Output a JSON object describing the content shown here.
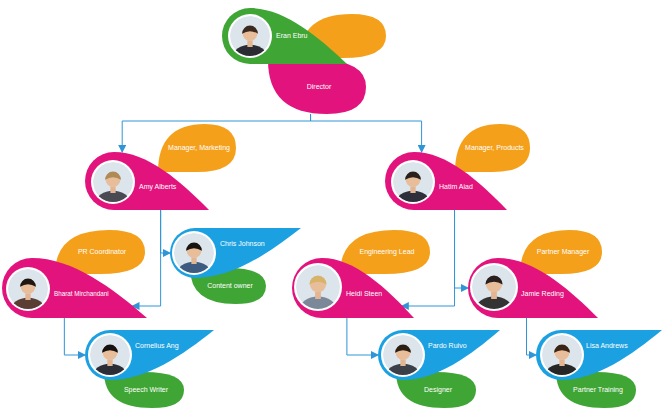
{
  "diagram": {
    "nodes": [
      {
        "text": [
          "Eran Ebru",
          "Director"
        ]
      },
      {
        "text": [
          "Amy Alberts",
          "Manager, Marketing"
        ]
      },
      {
        "text": [
          "Hatim Aiad",
          "Manager, Products"
        ]
      },
      {
        "text": [
          "Bharat Mirchandani",
          "PR Coordinator"
        ]
      },
      {
        "text": [
          "Chris Johnson",
          "Content owner"
        ]
      },
      {
        "text": [
          "Heidi Steen",
          "Engineering Lead"
        ]
      },
      {
        "text": [
          "Jamie Reding",
          "Partner Manager"
        ]
      },
      {
        "text": [
          "Cornelius Ang",
          "Speech Writer"
        ]
      },
      {
        "text": [
          "Pardo Ruivo",
          "Designer"
        ]
      },
      {
        "text": [
          "Lisa Andrews",
          "Partner Training"
        ]
      }
    ],
    "edges": [
      {
        "from": 0,
        "to": 1,
        "arrow": "to"
      },
      {
        "from": 0,
        "to": 2,
        "arrow": "to"
      },
      {
        "from": 1,
        "to": 3,
        "arrow": "to"
      },
      {
        "from": 1,
        "to": 4,
        "arrow": "to"
      },
      {
        "from": 2,
        "to": 5,
        "arrow": "to"
      },
      {
        "from": 2,
        "to": 6,
        "arrow": "to"
      },
      {
        "from": 3,
        "to": 7,
        "arrow": "to"
      },
      {
        "from": 5,
        "to": 8,
        "arrow": "to"
      },
      {
        "from": 6,
        "to": 9,
        "arrow": "to"
      }
    ]
  }
}
